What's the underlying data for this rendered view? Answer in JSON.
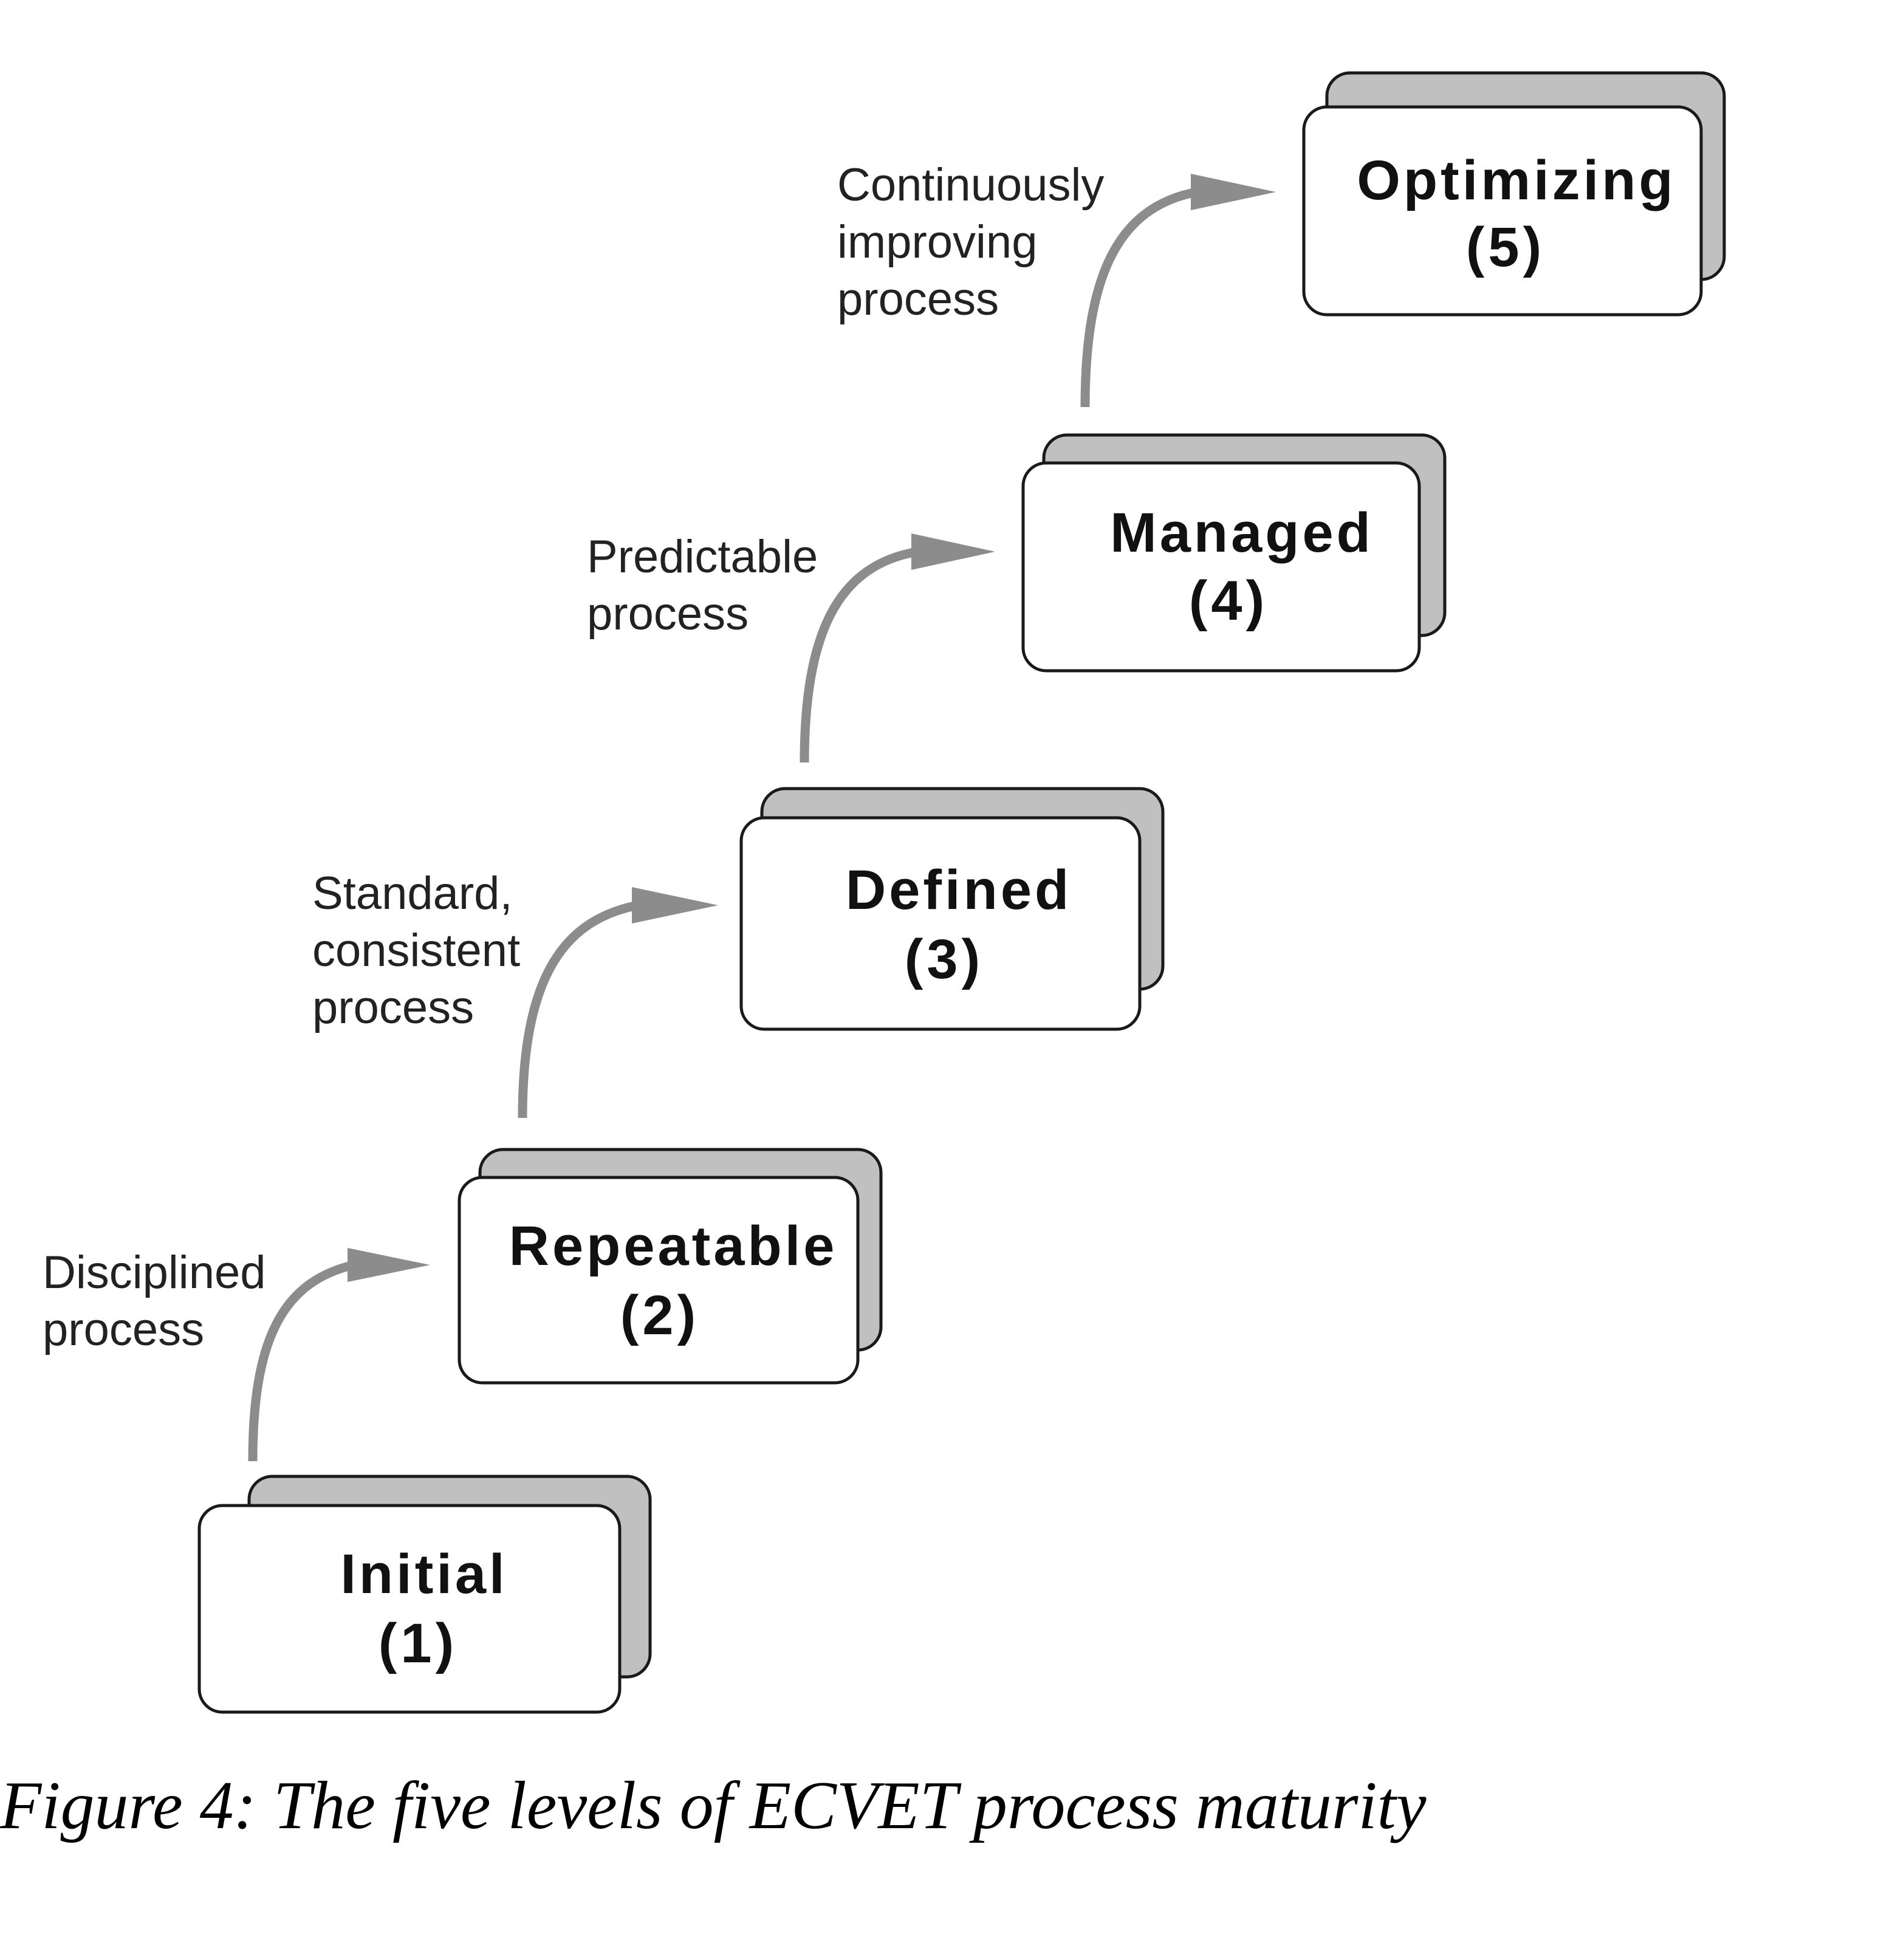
{
  "levels": [
    {
      "name": "Initial",
      "number": "(1)"
    },
    {
      "name": "Repeatable",
      "number": "(2)"
    },
    {
      "name": "Defined",
      "number": "(3)"
    },
    {
      "name": "Managed",
      "number": "(4)"
    },
    {
      "name": "Optimizing",
      "number": "(5)"
    }
  ],
  "transitions": [
    {
      "lines": [
        "Disciplined",
        "process"
      ]
    },
    {
      "lines": [
        "Standard,",
        "consistent",
        "process"
      ]
    },
    {
      "lines": [
        "Predictable",
        "process"
      ]
    },
    {
      "lines": [
        "Continuously",
        "improving",
        "process"
      ]
    }
  ],
  "caption": "Figure 4: The five levels of ECVET process maturity",
  "colors": {
    "box_shadow": "#c0c0c0",
    "box_fill": "#ffffff",
    "box_outline": "#1a1a1a",
    "arrow": "#8c8c8c"
  }
}
